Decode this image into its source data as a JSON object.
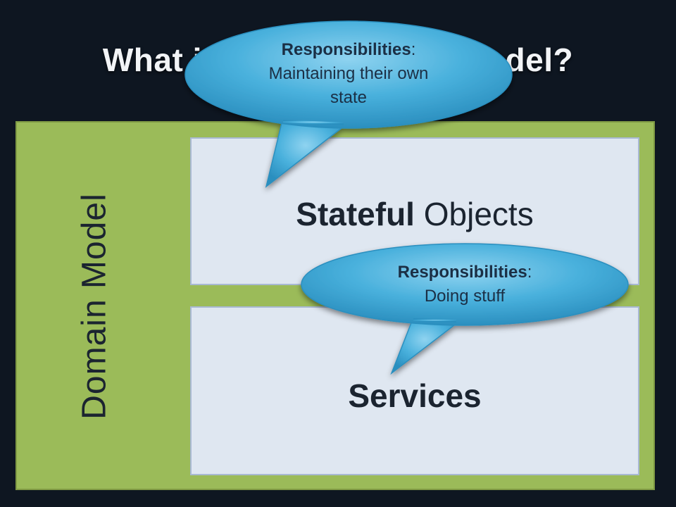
{
  "title": "What is in the Domain Model?",
  "domain_label": "Domain Model",
  "layers": {
    "stateful": {
      "bold_word": "Stateful",
      "rest": " Objects"
    },
    "services": {
      "label": "Services"
    }
  },
  "callouts": [
    {
      "label": "Responsibilities",
      "colon": ":",
      "lines": [
        "Maintaining their own",
        "state"
      ]
    },
    {
      "label": "Responsibilities",
      "colon": ":",
      "lines": [
        "Doing stuff"
      ]
    }
  ],
  "colors": {
    "background": "#0e1621",
    "domain_panel": "#9bbb59",
    "layer_box": "#dfe7f1",
    "bubble": "#3ea6d6"
  }
}
